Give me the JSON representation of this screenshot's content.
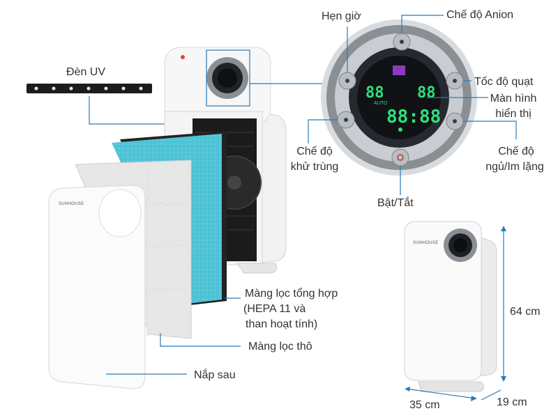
{
  "labels": {
    "uv_lamp": "Đèn UV",
    "timer": "Hẹn giờ",
    "anion_mode": "Chế độ Anion",
    "fan_speed": "Tốc độ quạt",
    "display_line1": "Màn hình",
    "display_line2": "hiển thị",
    "sleep_line1": "Chế độ",
    "sleep_line2": "ngủ/Im lặng",
    "disinfect_line1": "Chế độ",
    "disinfect_line2": "khử trùng",
    "power": "Bật/Tắt",
    "composite_filter_line1": "Màng lọc tổng hợp",
    "composite_filter_line2": "(HEPA 11 và",
    "composite_filter_line3": "than hoạt tính)",
    "prefilter": "Màng lọc thô",
    "back_cover": "Nắp sau"
  },
  "dimensions": {
    "height": "64 cm",
    "width": "35 cm",
    "depth": "19 cm"
  },
  "brand": "SUNHOUSE",
  "display": {
    "left_digits": "88",
    "right_digits": "88",
    "center_digits": "88:88",
    "auto_label": "AUTO"
  },
  "colors": {
    "hepa_filter": "#4fc3d6",
    "display_digits": "#2fe07a",
    "ring": "#8a8f94"
  }
}
